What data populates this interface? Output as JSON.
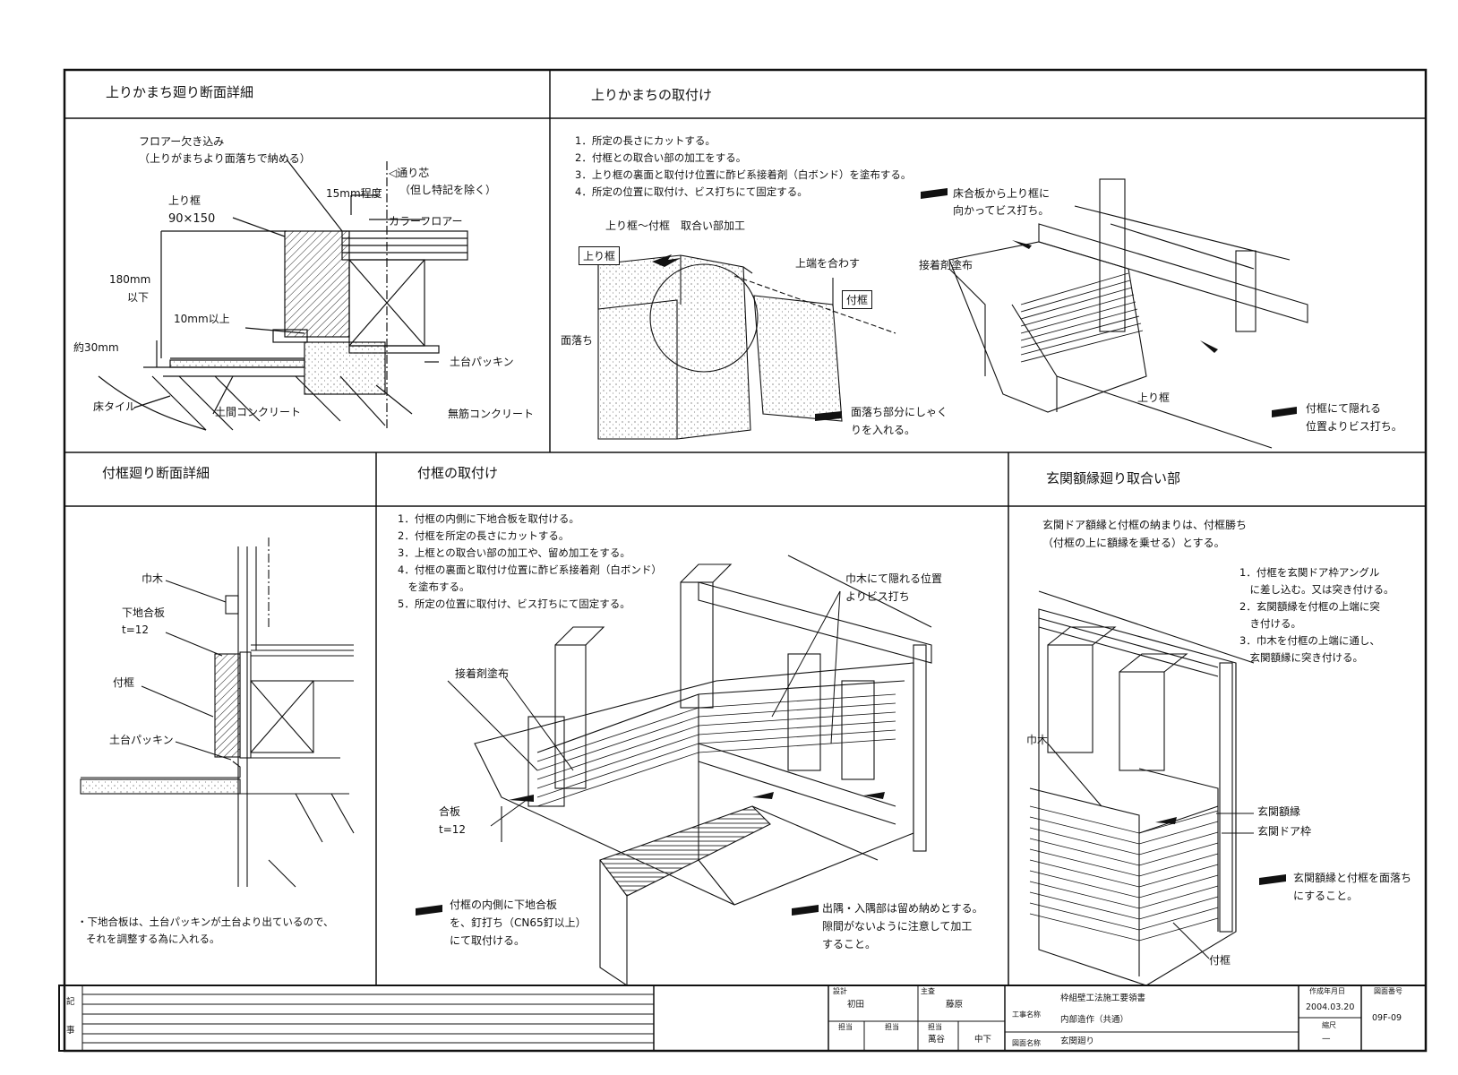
{
  "panels": {
    "agari_section": {
      "title": "上りかまち廻り断面詳細",
      "labels": {
        "floor_notch": "フロアー欠き込み",
        "floor_notch_sub": "（上りがまちより面落ちで納める）",
        "through_core": "◁通り芯",
        "through_core_sub": "（但し特記を除く）",
        "depth_15": "15mm程度",
        "agari_frame": "上り框",
        "agari_size": "90×150",
        "color_floor": "カラーフロアー",
        "height_180": "180mm",
        "height_180_sub": "以下",
        "over_10": "10mm以上",
        "approx_30": "約30mm",
        "dodai_packing": "土台パッキン",
        "floor_tile": "床タイル",
        "doma_concrete": "土間コンクリート",
        "plain_concrete": "無筋コンクリート"
      }
    },
    "agari_install": {
      "title": "上りかまちの取付け",
      "steps": [
        "1．所定の長さにカットする。",
        "2．付框との取合い部の加工をする。",
        "3．上り框の裏面と取付け位置に酢ビ系接着剤（白ボンド）を塗布する。",
        "4．所定の位置に取付け、ビス打ちにて固定する。"
      ],
      "labels": {
        "joint_work": "上り框〜付框　取合い部加工",
        "agari_frame_box": "上り框",
        "tsuke_frame_box": "付框",
        "align_top": "上端を合わす",
        "face_drop": "面落ち",
        "face_drop_note_1": "面落ち部分にしゃく",
        "face_drop_note_2": "りを入れる。",
        "floorboard_note_1": "床合板から上り框に",
        "floorboard_note_2": "向かってビス打ち。",
        "adhesive": "接着剤塗布",
        "agari_frame": "上り框",
        "hidden_screw_1": "付框にて隠れる",
        "hidden_screw_2": "位置よりビス打ち。"
      }
    },
    "tsuke_section": {
      "title": "付框廻り断面詳細",
      "labels": {
        "habaki": "巾木",
        "base_plywood": "下地合板",
        "base_plywood_t": "t=12",
        "tsuke_frame": "付框",
        "dodai_packing": "土台パッキン"
      },
      "note_1": "・下地合板は、土台パッキンが土台より出ているので、",
      "note_2": "それを調整する為に入れる。"
    },
    "tsuke_install": {
      "title": "付框の取付け",
      "steps": [
        "1．付框の内側に下地合板を取付ける。",
        "2．付框を所定の長さにカットする。",
        "3．上框との取合い部の加工や、留め加工をする。",
        "4．付框の裏面と取付け位置に酢ビ系接着剤（白ボンド）",
        "　を塗布する。",
        "5．所定の位置に取付け、ビス打ちにて固定する。"
      ],
      "labels": {
        "habaki_hidden_1": "巾木にて隠れる位置",
        "habaki_hidden_2": "よりビス打ち",
        "adhesive": "接着剤塗布",
        "plywood": "合板",
        "plywood_t": "t=12",
        "inner_note_1": "付框の内側に下地合板",
        "inner_note_2": "を、釘打ち（CN65釘以上）",
        "inner_note_3": "にて取付ける。",
        "corner_note_1": "出隅・入隅部は留め納めとする。",
        "corner_note_2": "隙間がないように注意して加工",
        "corner_note_3": "すること。"
      }
    },
    "genkan": {
      "title": "玄関額縁廻り取合い部",
      "intro_1": "玄関ドア額縁と付框の納まりは、付框勝ち",
      "intro_2": "（付框の上に額縁を乗せる）とする。",
      "steps": [
        "1．付框を玄関ドア枠アングル",
        "　に差し込む。又は突き付ける。",
        "2．玄関額縁を付框の上端に突",
        "　き付ける。",
        "3．巾木を付框の上端に通し、",
        "　玄関額縁に突き付ける。"
      ],
      "labels": {
        "habaki": "巾木",
        "genkan_frame": "玄関額縁",
        "door_frame": "玄関ドア枠",
        "face_note_1": "玄関額縁と付框を面落ち",
        "face_note_2": "にすること。",
        "tsuke_frame": "付框"
      }
    }
  },
  "title_block": {
    "remarks_label_1": "記",
    "remarks_label_2": "事",
    "designer_head": "設計",
    "designer": "初田",
    "chief_head": "主査",
    "chief": "藤原",
    "check_head_1": "担当",
    "check_head_2": "担当",
    "check_head_3": "担当",
    "checker_1": "萬谷",
    "checker_2": "中下",
    "project_label": "工事名称",
    "project_name": "枠組壁工法施工要領書",
    "project_sub": "内部造作（共通）",
    "drawing_label": "図面名称",
    "drawing_name": "玄関廻り",
    "date_label": "作成年月日",
    "date": "2004.03.20",
    "scale_label": "縮尺",
    "scale": "—",
    "number_label": "図面番号",
    "number": "09F-09"
  }
}
